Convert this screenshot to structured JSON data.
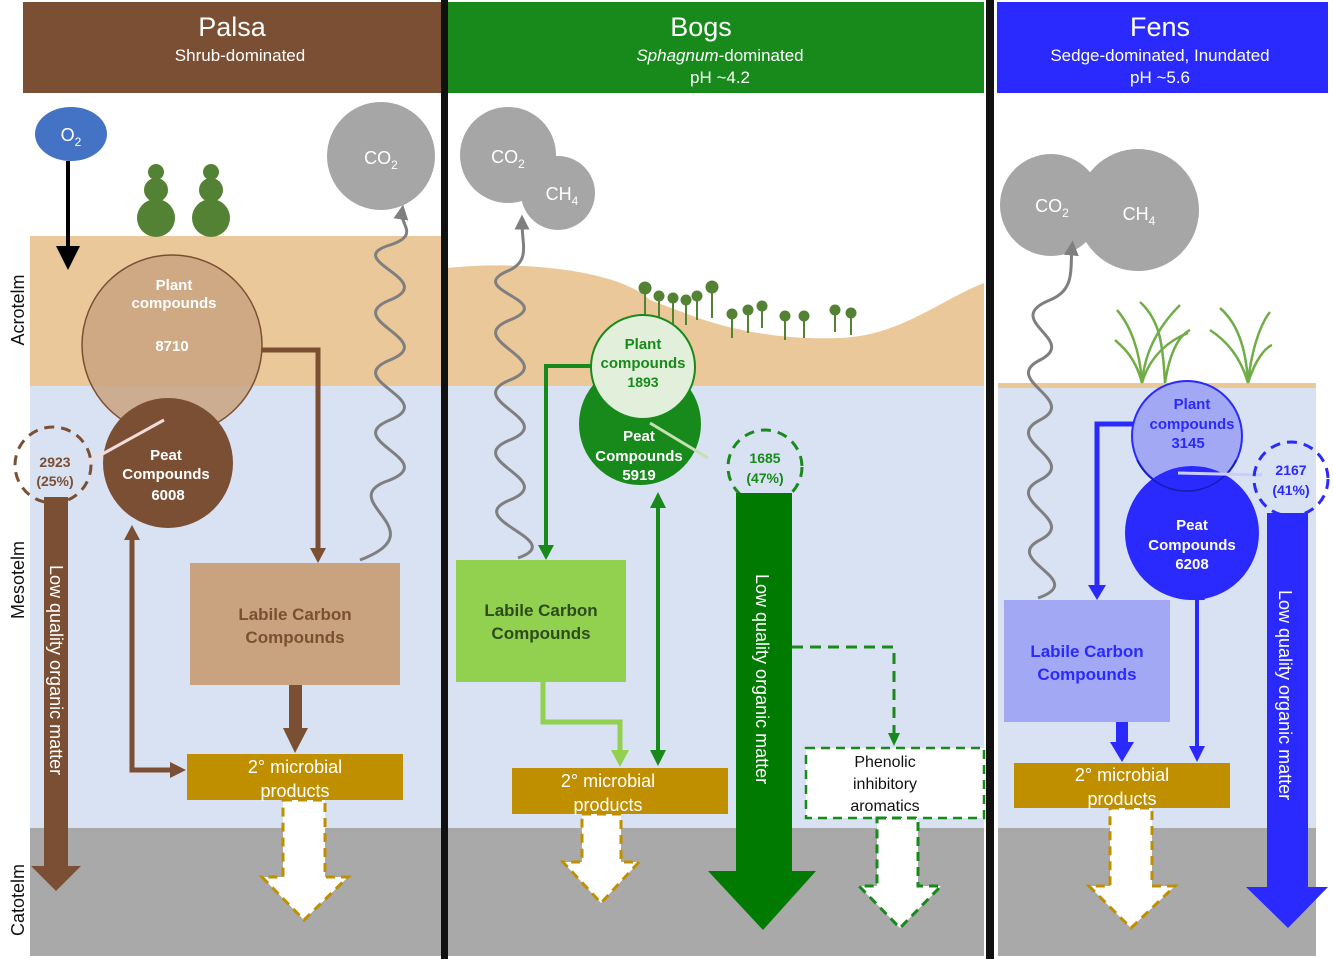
{
  "layers": {
    "acrotelm": "Acrotelm",
    "mesotelm": "Mesotelm",
    "catotelm": "Catotelm"
  },
  "colors": {
    "palsa": "#7b4f33",
    "bogs": "#178a1b",
    "fens": "#2a2aff",
    "soil": "#ebc89a",
    "water": "#d9e2f3",
    "catotelm": "#a9a9a9",
    "microbial": "#bf8f00",
    "gas": "#a6a6a6",
    "oxygen": "#4472c4"
  },
  "panels": {
    "palsa": {
      "title": "Palsa",
      "subtitle": "Shrub-dominated",
      "oxygen": "O",
      "oxygen_sub": "2",
      "gas1": "CO",
      "gas1_sub": "2",
      "plant_label_1": "Plant",
      "plant_label_2": "compounds",
      "plant_value": "8710",
      "peat_label_1": "Peat",
      "peat_label_2": "Compounds",
      "peat_value": "6008",
      "overlap_value": "2923",
      "overlap_pct": "(25%)",
      "labile_1": "Labile Carbon",
      "labile_2": "Compounds",
      "microbial_1": "2° microbial",
      "microbial_2": "products",
      "low_quality": "Low quality organic matter"
    },
    "bogs": {
      "title": "Bogs",
      "subtitle_italic": "Sphagnum",
      "subtitle_rest": "-dominated",
      "ph": "pH ~4.2",
      "gas1": "CO",
      "gas1_sub": "2",
      "gas2": "CH",
      "gas2_sub": "4",
      "plant_label_1": "Plant",
      "plant_label_2": "compounds",
      "plant_value": "1893",
      "peat_label_1": "Peat",
      "peat_label_2": "Compounds",
      "peat_value": "5919",
      "overlap_value": "1685",
      "overlap_pct": "(47%)",
      "labile_1": "Labile Carbon",
      "labile_2": "Compounds",
      "microbial_1": "2° microbial",
      "microbial_2": "products",
      "low_quality": "Low quality organic matter",
      "phenolic_1": "Phenolic",
      "phenolic_2": "inhibitory",
      "phenolic_3": "aromatics"
    },
    "fens": {
      "title": "Fens",
      "subtitle": "Sedge-dominated, Inundated",
      "ph": "pH ~5.6",
      "gas1": "CO",
      "gas1_sub": "2",
      "gas2": "CH",
      "gas2_sub": "4",
      "plant_label_1": "Plant",
      "plant_label_2": "compounds",
      "plant_value": "3145",
      "peat_label_1": "Peat",
      "peat_label_2": "Compounds",
      "peat_value": "6208",
      "overlap_value": "2167",
      "overlap_pct": "(41%)",
      "labile_1": "Labile Carbon",
      "labile_2": "Compounds",
      "microbial_1": "2° microbial",
      "microbial_2": "products",
      "low_quality": "Low quality organic matter"
    }
  }
}
